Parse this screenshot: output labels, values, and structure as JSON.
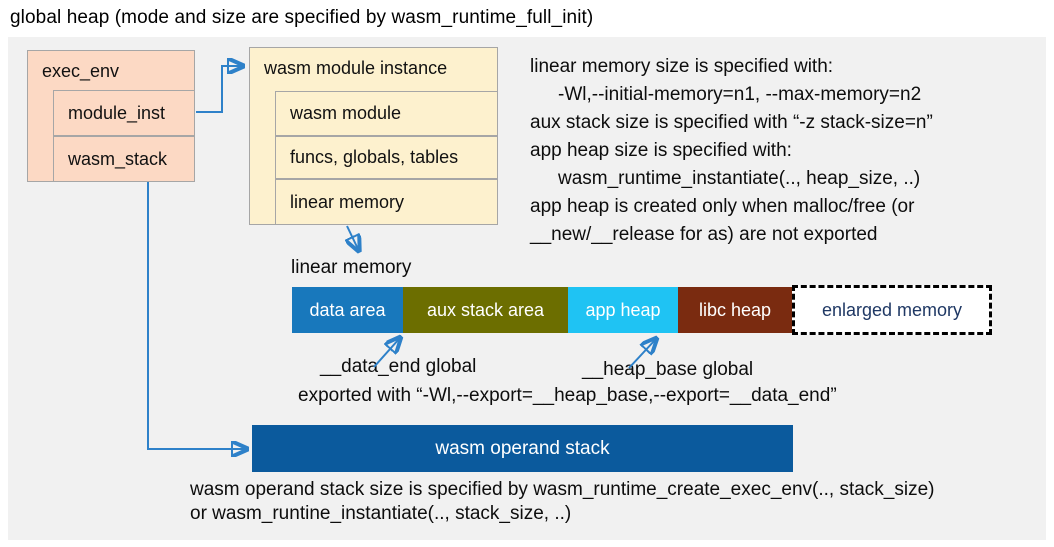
{
  "title": "global heap (mode and size are specified by wasm_runtime_full_init)",
  "exec_env": {
    "title": "exec_env",
    "children": [
      "module_inst",
      "wasm_stack"
    ]
  },
  "module_instance": {
    "title": "wasm module instance",
    "children": [
      "wasm module",
      "funcs, globals, tables",
      "linear memory"
    ]
  },
  "notes_top": [
    "linear memory size is specified with:",
    "-Wl,--initial-memory=n1, --max-memory=n2",
    "aux stack size is specified with “-z stack-size=n”",
    "app heap size is specified with:",
    "wasm_runtime_instantiate(.., heap_size, ..)",
    "app heap is created only when malloc/free (or",
    "__new/__release for as) are not exported"
  ],
  "linear_memory": {
    "label": "linear memory",
    "segments": [
      {
        "label": "data area",
        "color": "#1878bc",
        "text_color": "#ffffff"
      },
      {
        "label": "aux stack area",
        "color": "#6c6e00",
        "text_color": "#ffffff"
      },
      {
        "label": "app heap",
        "color": "#1fc3f3",
        "text_color": "#ffffff"
      },
      {
        "label": "libc heap",
        "color": "#7a2b10",
        "text_color": "#ffffff"
      },
      {
        "label": "enlarged memory",
        "color": "#ffffff",
        "text_color": "#1f3864"
      }
    ]
  },
  "annotations": {
    "data_end": "__data_end global",
    "heap_base": "__heap_base global",
    "exported": "exported with “-Wl,--export=__heap_base,--export=__data_end”"
  },
  "operand_stack": {
    "label": "wasm operand stack",
    "note_line1": "wasm operand stack size is specified by wasm_runtime_create_exec_env(.., stack_size)",
    "note_line2": "or wasm_runtine_instantiate(.., stack_size, ..)"
  },
  "colors": {
    "panel_background": "#f1f1f1",
    "exec_env_fill": "#fcd9c4",
    "module_instance_fill": "#fdf1ce",
    "box_border": "#a6a6a6",
    "arrow_blue": "#2e81c9",
    "operand_stack_fill": "#0b5a9d",
    "enlarged_memory_text": "#1f3864"
  }
}
